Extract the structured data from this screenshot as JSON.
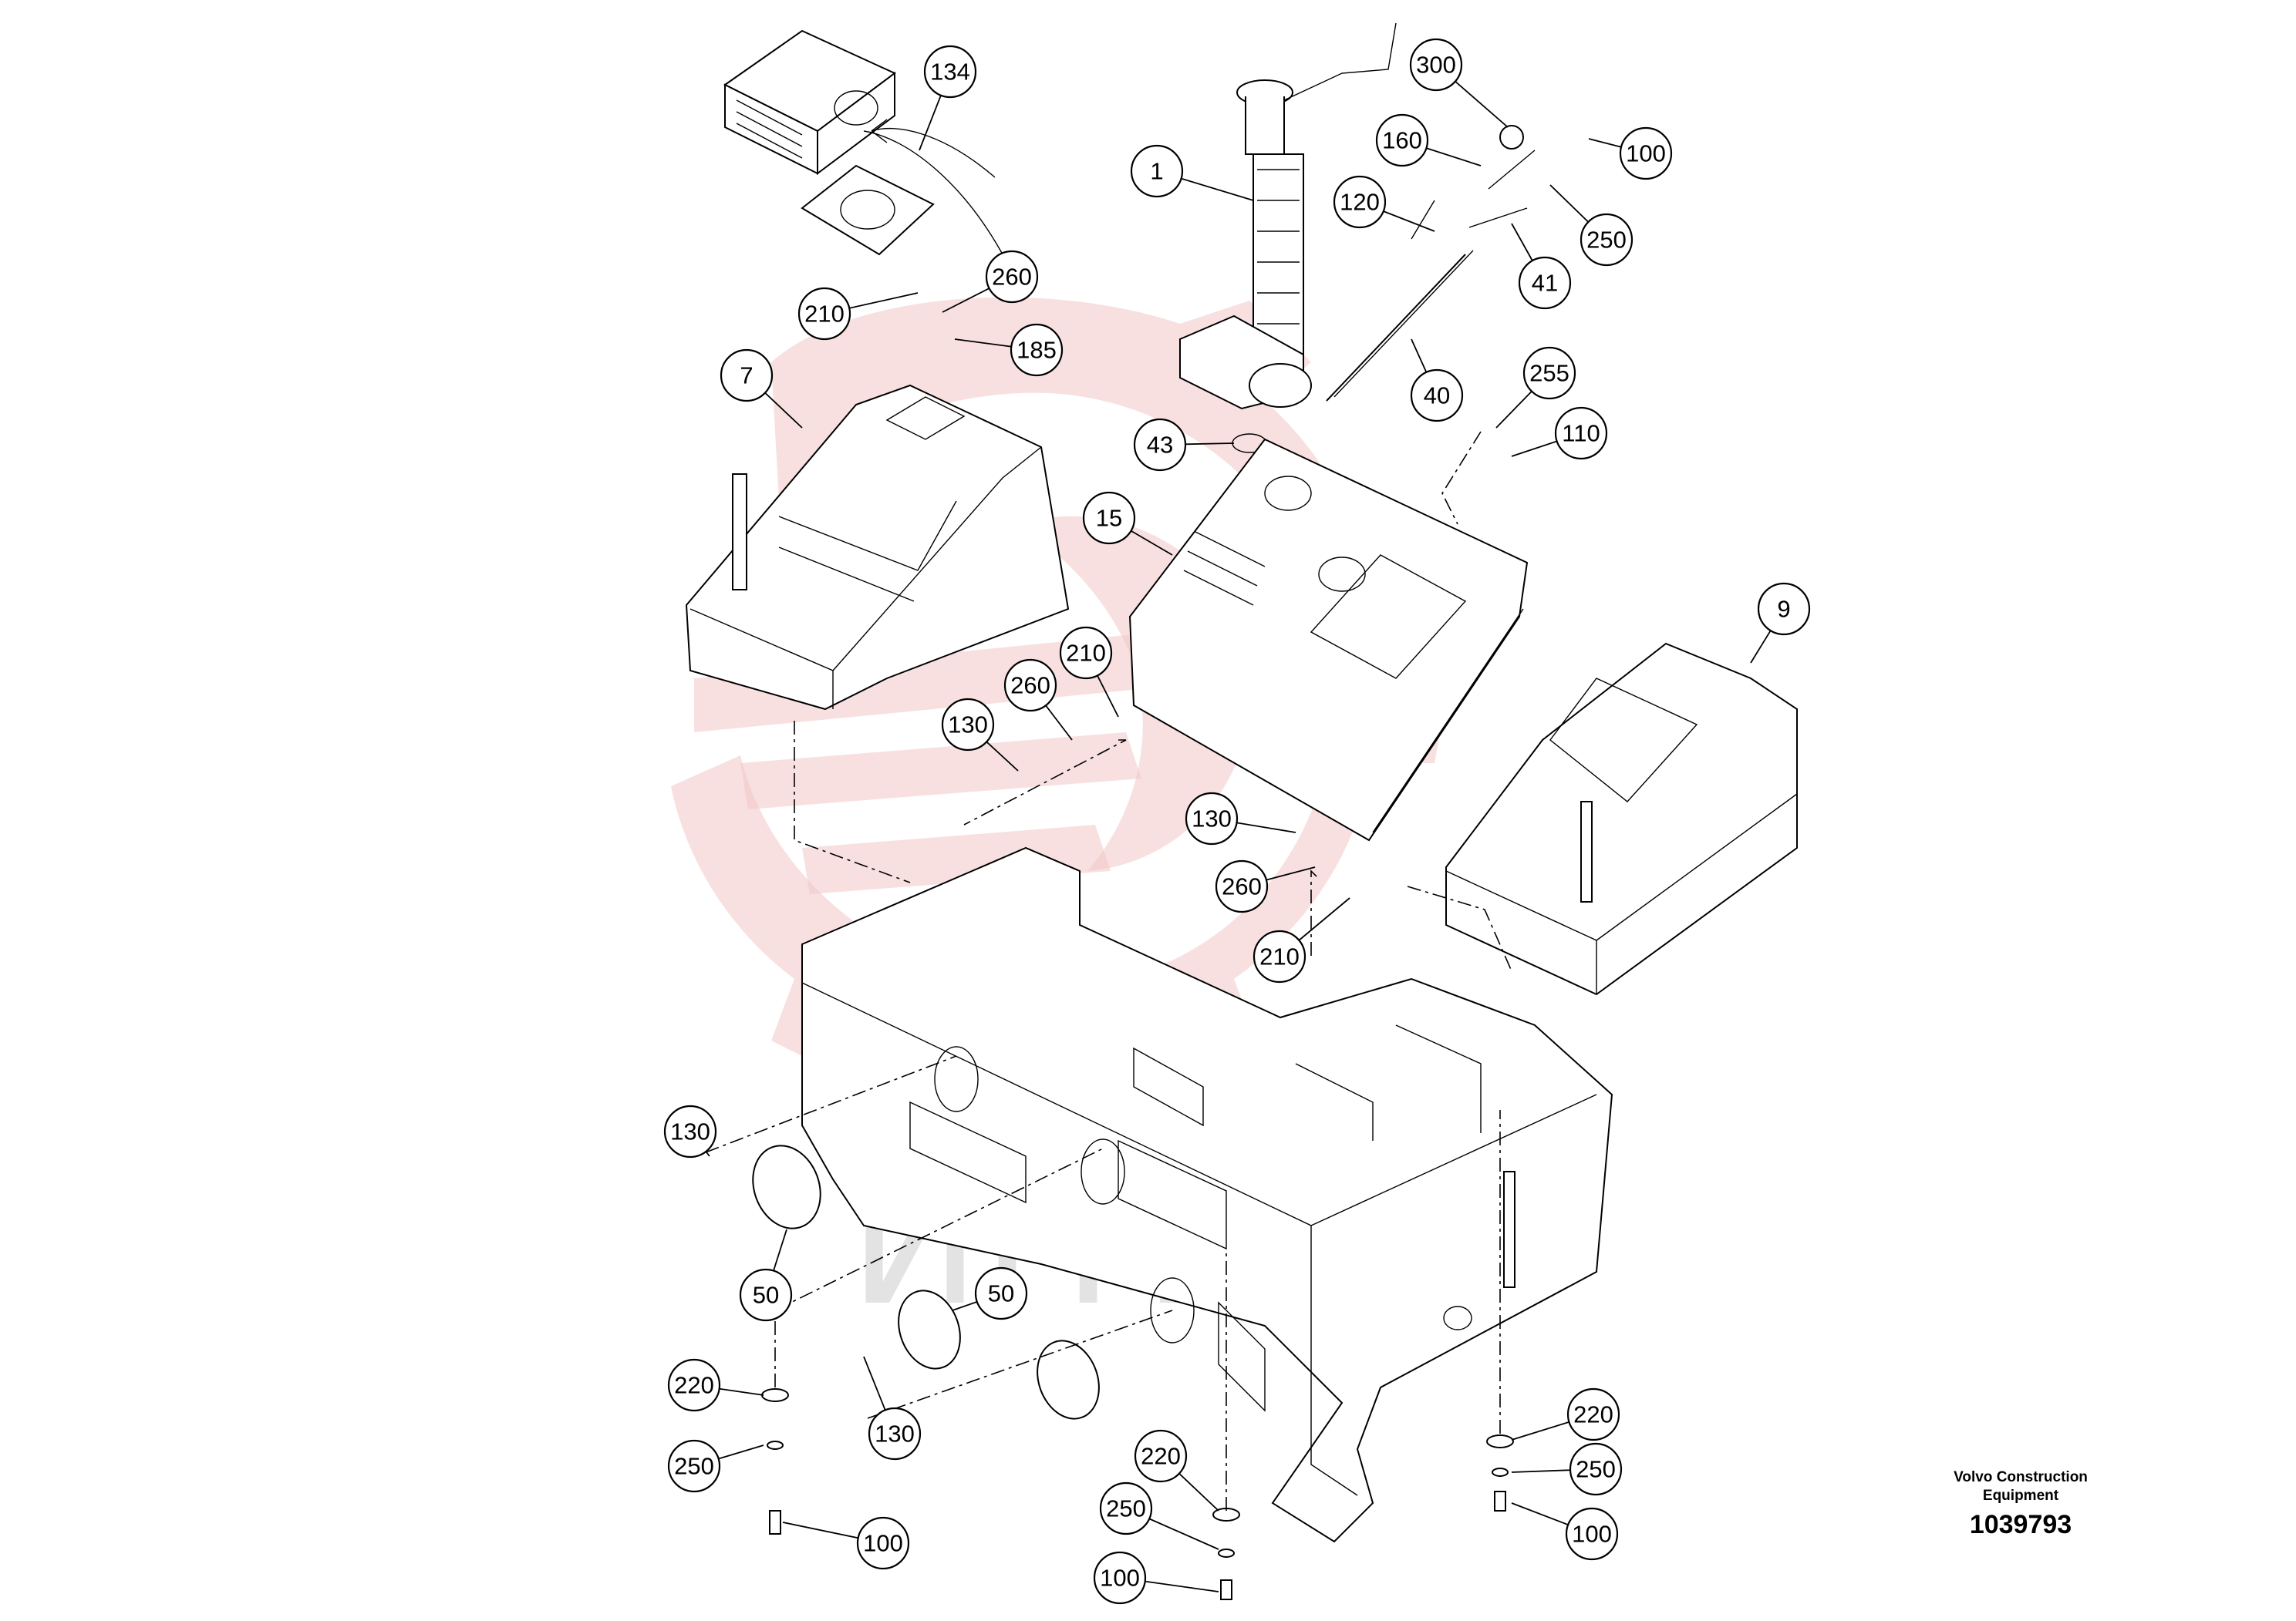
{
  "title_block": {
    "maker_line1": "Volvo Construction",
    "maker_line2": "Equipment",
    "drawing_number": "1039793"
  },
  "watermark": {
    "text": "ИНТЕХ",
    "color": "#f3c6c6"
  },
  "callouts": [
    {
      "label": "134"
    },
    {
      "label": "300"
    },
    {
      "label": "1"
    },
    {
      "label": "160"
    },
    {
      "label": "100"
    },
    {
      "label": "120"
    },
    {
      "label": "250"
    },
    {
      "label": "41"
    },
    {
      "label": "260"
    },
    {
      "label": "210"
    },
    {
      "label": "185"
    },
    {
      "label": "7"
    },
    {
      "label": "40"
    },
    {
      "label": "255"
    },
    {
      "label": "110"
    },
    {
      "label": "43"
    },
    {
      "label": "15"
    },
    {
      "label": "9"
    },
    {
      "label": "210"
    },
    {
      "label": "260"
    },
    {
      "label": "130"
    },
    {
      "label": "130"
    },
    {
      "label": "260"
    },
    {
      "label": "210"
    },
    {
      "label": "130"
    },
    {
      "label": "50"
    },
    {
      "label": "50"
    },
    {
      "label": "220"
    },
    {
      "label": "250"
    },
    {
      "label": "130"
    },
    {
      "label": "100"
    },
    {
      "label": "220"
    },
    {
      "label": "250"
    },
    {
      "label": "100"
    },
    {
      "label": "220"
    },
    {
      "label": "250"
    },
    {
      "label": "100"
    }
  ]
}
